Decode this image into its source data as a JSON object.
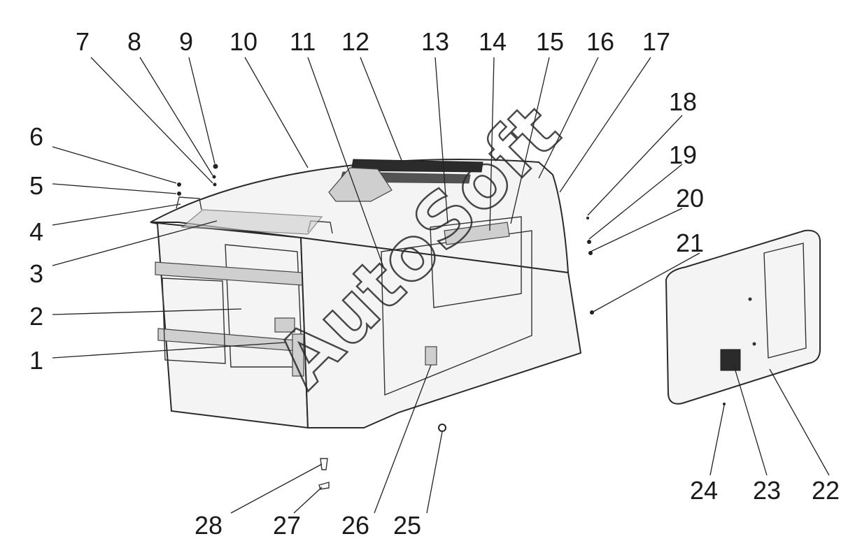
{
  "watermark": "AutoSoft",
  "callouts": [
    {
      "id": "1",
      "label": "1"
    },
    {
      "id": "2",
      "label": "2"
    },
    {
      "id": "3",
      "label": "3"
    },
    {
      "id": "4",
      "label": "4"
    },
    {
      "id": "5",
      "label": "5"
    },
    {
      "id": "6",
      "label": "6"
    },
    {
      "id": "7",
      "label": "7"
    },
    {
      "id": "8",
      "label": "8"
    },
    {
      "id": "9",
      "label": "9"
    },
    {
      "id": "10",
      "label": "10"
    },
    {
      "id": "11",
      "label": "11"
    },
    {
      "id": "12",
      "label": "12"
    },
    {
      "id": "13",
      "label": "13"
    },
    {
      "id": "14",
      "label": "14"
    },
    {
      "id": "15",
      "label": "15"
    },
    {
      "id": "16",
      "label": "16"
    },
    {
      "id": "17",
      "label": "17"
    },
    {
      "id": "18",
      "label": "18"
    },
    {
      "id": "19",
      "label": "19"
    },
    {
      "id": "20",
      "label": "20"
    },
    {
      "id": "21",
      "label": "21"
    },
    {
      "id": "22",
      "label": "22"
    },
    {
      "id": "23",
      "label": "23"
    },
    {
      "id": "24",
      "label": "24"
    },
    {
      "id": "25",
      "label": "25"
    },
    {
      "id": "26",
      "label": "26"
    },
    {
      "id": "27",
      "label": "27"
    },
    {
      "id": "28",
      "label": "28"
    }
  ]
}
